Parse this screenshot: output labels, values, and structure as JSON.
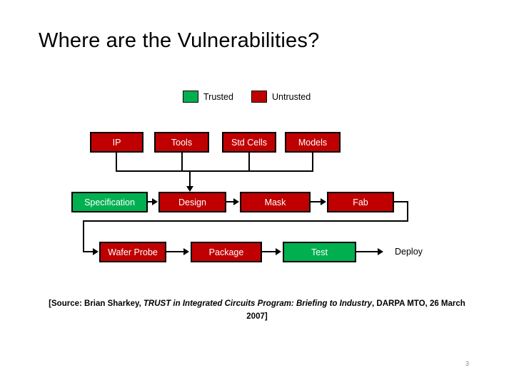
{
  "slide": {
    "title": "Where are the Vulnerabilities?",
    "page_number": "3",
    "background_color": "#FFFFFF"
  },
  "colors": {
    "trusted": "#00B050",
    "untrusted": "#C00000",
    "outline": "#000000",
    "box_text": "#FFFFFF",
    "page_number": "#8C8C8C"
  },
  "legend": {
    "items": [
      {
        "label": "Trusted",
        "color": "#00B050",
        "swatch_name": "trusted-swatch"
      },
      {
        "label": "Untrusted",
        "color": "#C00000",
        "swatch_name": "untrusted-swatch"
      }
    ]
  },
  "diagram": {
    "rows": [
      {
        "name": "inputs-row",
        "nodes": [
          {
            "label": "IP",
            "trust": "untrusted"
          },
          {
            "label": "Tools",
            "trust": "untrusted"
          },
          {
            "label": "Std Cells",
            "trust": "untrusted"
          },
          {
            "label": "Models",
            "trust": "untrusted"
          }
        ]
      },
      {
        "name": "design-flow-row",
        "nodes": [
          {
            "label": "Specification",
            "trust": "trusted"
          },
          {
            "label": "Design",
            "trust": "untrusted"
          },
          {
            "label": "Mask",
            "trust": "untrusted"
          },
          {
            "label": "Fab",
            "trust": "untrusted"
          }
        ]
      },
      {
        "name": "post-fab-row",
        "nodes": [
          {
            "label": "Wafer Probe",
            "trust": "untrusted"
          },
          {
            "label": "Package",
            "trust": "untrusted"
          },
          {
            "label": "Test",
            "trust": "trusted"
          },
          {
            "label": "Deploy",
            "trust": "none"
          }
        ]
      }
    ]
  },
  "source": {
    "prefix": "[Source: Brian Sharkey, ",
    "title_italic": "TRUST in Integrated Circuits Program: Briefing to Industry",
    "suffix": ", DARPA MTO, 26 March 2007]"
  }
}
